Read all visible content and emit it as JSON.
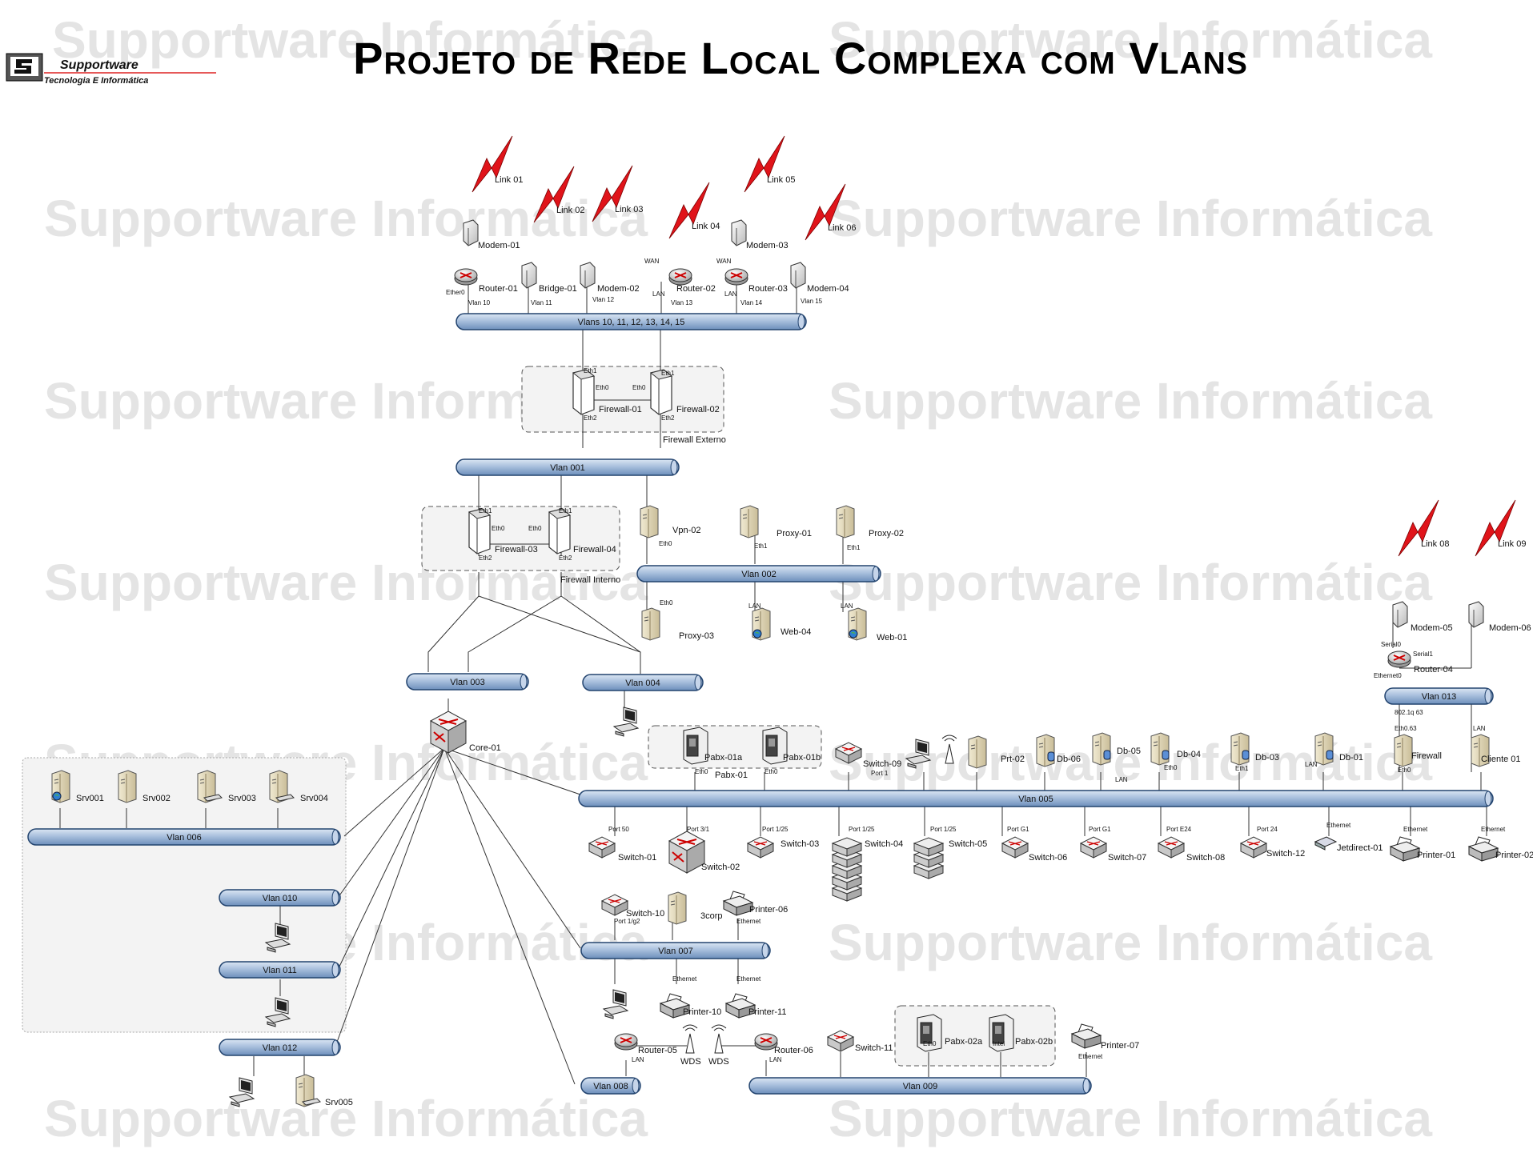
{
  "title": "Projeto de Rede Local Complexa com Vlans",
  "logo": {
    "name": "Supportware",
    "tagline": "Tecnologia E Informática"
  },
  "watermark": "Supportware Informática",
  "links": [
    "Link 01",
    "Link 02",
    "Link 03",
    "Link 04",
    "Link 05",
    "Link 06",
    "Link 08",
    "Link 09"
  ],
  "buses": {
    "top": "Vlans 10, 11, 12, 13, 14, 15",
    "v001": "Vlan 001",
    "v002": "Vlan 002",
    "v003": "Vlan 003",
    "v004": "Vlan 004",
    "v005": "Vlan 005",
    "v006": "Vlan 006",
    "v007": "Vlan 007",
    "v008": "Vlan 008",
    "v009": "Vlan 009",
    "v010": "Vlan 010",
    "v011": "Vlan 011",
    "v012": "Vlan 012",
    "v013": "Vlan 013"
  },
  "devices": {
    "modem01": "Modem-01",
    "router01": "Router-01",
    "bridge01": "Bridge-01",
    "modem02": "Modem-02",
    "router02": "Router-02",
    "modem03": "Modem-03",
    "router03": "Router-03",
    "modem04": "Modem-04",
    "fw01": "Firewall-01",
    "fw02": "Firewall-02",
    "fwext": "Firewall Externo",
    "fw03": "Firewall-03",
    "fw04": "Firewall-04",
    "fwint": "Firewall Interno",
    "vpn02": "Vpn-02",
    "proxy01": "Proxy-01",
    "proxy02": "Proxy-02",
    "proxy03": "Proxy-03",
    "web04": "Web-04",
    "web01": "Web-01",
    "core01": "Core-01",
    "srv001": "Srv001",
    "srv002": "Srv002",
    "srv003": "Srv003",
    "srv004": "Srv004",
    "srv005": "Srv005",
    "pabx01a": "Pabx-01a",
    "pabx01b": "Pabx-01b",
    "pabx01": "Pabx-01",
    "switch09": "Switch-09",
    "prt02": "Prt-02",
    "db06": "Db-06",
    "db05": "Db-05",
    "db04": "Db-04",
    "db03": "Db-03",
    "db01": "Db-01",
    "firewall": "Firewall",
    "cliente01": "Cliente 01",
    "modem05": "Modem-05",
    "modem06": "Modem-06",
    "router04": "Router-04",
    "switch01": "Switch-01",
    "switch02": "Switch-02",
    "switch03": "Switch-03",
    "switch04": "Switch-04",
    "switch05": "Switch-05",
    "switch06": "Switch-06",
    "switch07": "Switch-07",
    "switch08": "Switch-08",
    "switch12": "Switch-12",
    "jetdirect01": "Jetdirect-01",
    "printer01": "Printer-01",
    "printer02": "Printer-02",
    "switch10": "Switch-10",
    "corp3": "3corp",
    "printer06": "Printer-06",
    "printer10": "Printer-10",
    "printer11": "Printer-11",
    "router05": "Router-05",
    "router06": "Router-06",
    "wds": "WDS",
    "switch11": "Switch-11",
    "pabx02a": "Pabx-02a",
    "pabx02b": "Pabx-02b",
    "printer07": "Printer-07"
  },
  "ports": {
    "ether0": "Ether0",
    "vlan10": "Vlan 10",
    "vlan11": "Vlan 11",
    "vlan12": "Vlan 12",
    "vlan13": "Vlan 13",
    "vlan14": "Vlan 14",
    "vlan15": "Vlan 15",
    "wan": "WAN",
    "lan": "LAN",
    "eth0": "Eth0",
    "eth1": "Eth1",
    "eth2": "Eth2",
    "serial0": "Serial0",
    "serial1": "Serial1",
    "ethernet0": "Ethernet0",
    "q8021": "802.1q 63",
    "eth063": "Eth0.63",
    "port1": "Port 1",
    "port50": "Port 50",
    "port31": "Port 3/1",
    "port125": "Port 1/25",
    "portg1": "Port G1",
    "porte24": "Port E24",
    "port24": "Port 24",
    "ethernet": "Ethernet",
    "port1g2": "Port 1/g2",
    "intel": "Intel"
  }
}
